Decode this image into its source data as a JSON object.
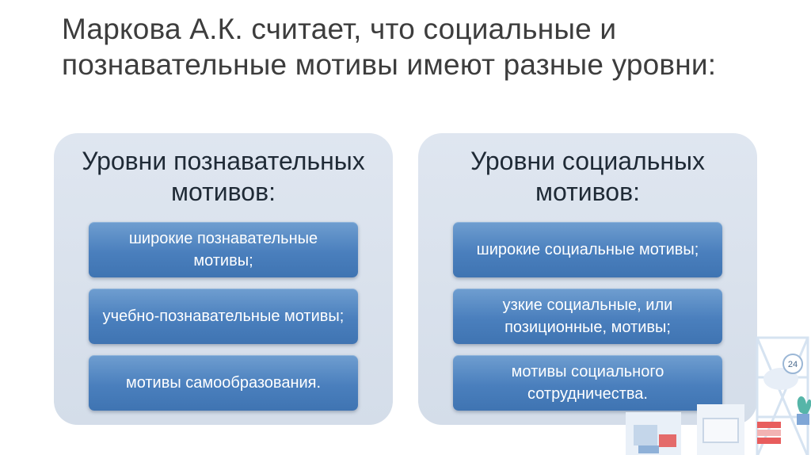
{
  "slide": {
    "title": "Маркова А.К. считает, что социальные и познавательные мотивы имеют разные уровни:"
  },
  "panels": [
    {
      "heading": "Уровни познавательных мотивов:",
      "items": [
        "широкие познавательные мотивы;",
        "учебно-познавательные мотивы;",
        "мотивы самообразования."
      ]
    },
    {
      "heading": "Уровни социальных мотивов:",
      "items": [
        "широкие социальные мотивы;",
        "узкие социальные, или позиционные, мотивы;",
        "мотивы социального сотрудничества."
      ]
    }
  ],
  "decoration": {
    "badge_text": "24",
    "colors": {
      "accent_blue": "#4a7fbd",
      "panel_bg": "#d8e0ec",
      "title_text": "#3d3d3d"
    }
  }
}
